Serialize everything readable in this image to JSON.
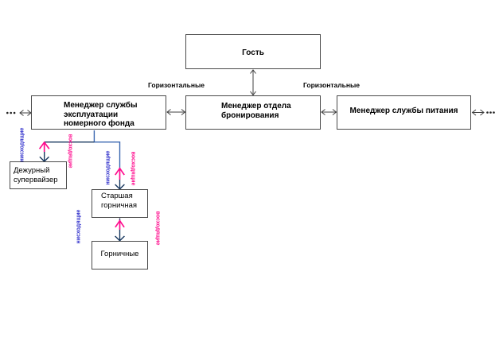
{
  "colors": {
    "background": "#FFFFFF",
    "text": "#000000",
    "border": "#4A4A4A",
    "arrow_black": "#404040",
    "navy": "#17375E",
    "blue_line": "#3A66B0",
    "magenta": "#FF0D8E",
    "label_blue": "#3232CC"
  },
  "boxes": {
    "guest": {
      "label": "Гость"
    },
    "rooms_manager": {
      "lines": [
        "Менеджер службы",
        "эксплуатации",
        "номерного фонда"
      ]
    },
    "booking_manager": {
      "lines": [
        "Менеджер отдела",
        "бронирования"
      ]
    },
    "food_manager": {
      "label": "Менеджер службы питания"
    },
    "duty_supervisor": {
      "lines": [
        "Дежурный",
        "супервайзер"
      ]
    },
    "head_maid": {
      "lines": [
        "Старшая",
        "горничная"
      ]
    },
    "maids": {
      "label": "Горничные"
    }
  },
  "labels": {
    "horizontal": "Горизонтальные",
    "descending": "нисходящие",
    "ascending": "восходящие",
    "ellipsis": "···"
  }
}
